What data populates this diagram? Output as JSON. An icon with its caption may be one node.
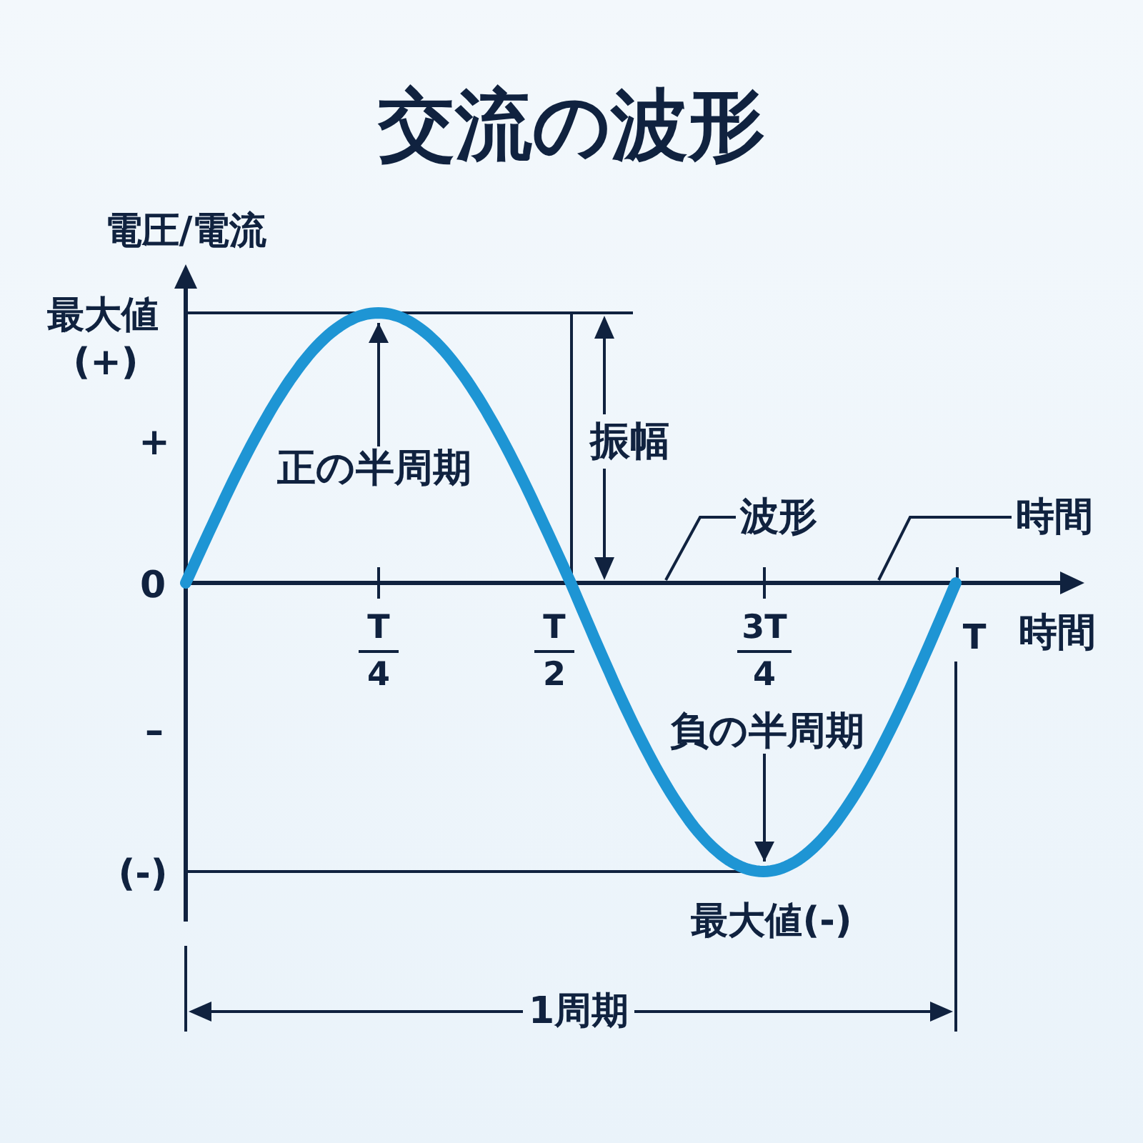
{
  "diagram": {
    "title": "交流の波形",
    "nodes": [
      {
        "text": [
          "正の半周期"
        ]
      },
      {
        "text": [
          "波形"
        ]
      },
      {
        "text": [
          "時間"
        ]
      },
      {
        "text": [
          "負の半周期"
        ]
      }
    ],
    "edges": [
      {
        "from": 0,
        "to": null,
        "arrow": "to"
      },
      {
        "from": 1,
        "to": null,
        "arrow": "none"
      },
      {
        "from": 2,
        "to": null,
        "arrow": "none"
      },
      {
        "from": 3,
        "to": null,
        "arrow": "to"
      }
    ],
    "labels": [
      "電圧/電流",
      "最大値",
      "(+)",
      "+",
      "振幅",
      "0",
      "T",
      "4",
      "T",
      "2",
      "3T",
      "4",
      "T",
      "時間",
      "–",
      "(-)",
      "最大値(-)",
      "1周期"
    ]
  }
}
